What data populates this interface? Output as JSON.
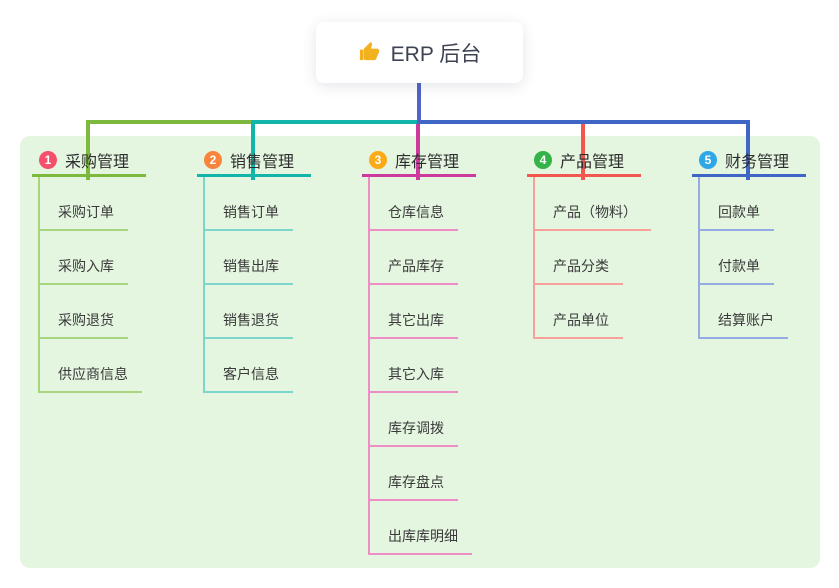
{
  "root": {
    "icon": "thumbs-up",
    "label": "ERP 后台"
  },
  "colors": {
    "panel_bg": "#e4f5e0",
    "root_line": "#5063c8",
    "thumb_icon": "#f2b11e"
  },
  "branches": [
    {
      "num": "1",
      "label": "采购管理",
      "line_color": "#7cb93e",
      "child_line_color": "#a9d57f",
      "badge_color": "#f5506b",
      "children": [
        "采购订单",
        "采购入库",
        "采购退货",
        "供应商信息"
      ]
    },
    {
      "num": "2",
      "label": "销售管理",
      "line_color": "#13b5aa",
      "child_line_color": "#7ed5cb",
      "badge_color": "#f9853c",
      "children": [
        "销售订单",
        "销售出库",
        "销售退货",
        "客户信息"
      ]
    },
    {
      "num": "3",
      "label": "库存管理",
      "line_color": "#cb3a9c",
      "child_line_color": "#ee8ec6",
      "badge_color": "#fbab19",
      "children": [
        "仓库信息",
        "产品库存",
        "其它出库",
        "其它入库",
        "库存调拨",
        "库存盘点",
        "出库库明细"
      ]
    },
    {
      "num": "4",
      "label": "产品管理",
      "line_color": "#f2564f",
      "child_line_color": "#f8a09a",
      "badge_color": "#33b348",
      "children": [
        "产品（物料）",
        "产品分类",
        "产品单位"
      ]
    },
    {
      "num": "5",
      "label": "财务管理",
      "line_color": "#3f65c5",
      "child_line_color": "#96abe2",
      "badge_color": "#2fa7e6",
      "children": [
        "回款单",
        "付款单",
        "结算账户"
      ]
    }
  ]
}
